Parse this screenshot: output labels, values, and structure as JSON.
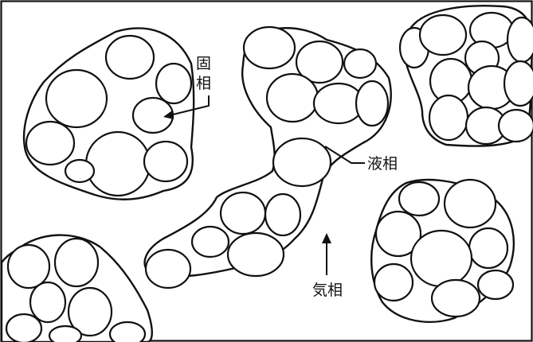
{
  "labels": {
    "solid_phase": "固相",
    "liquid_phase": "液相",
    "gas_phase": "気相"
  },
  "colors": {
    "line": "#111111",
    "liquid_fill": "#b8b8b8",
    "background": "#ffffff"
  }
}
